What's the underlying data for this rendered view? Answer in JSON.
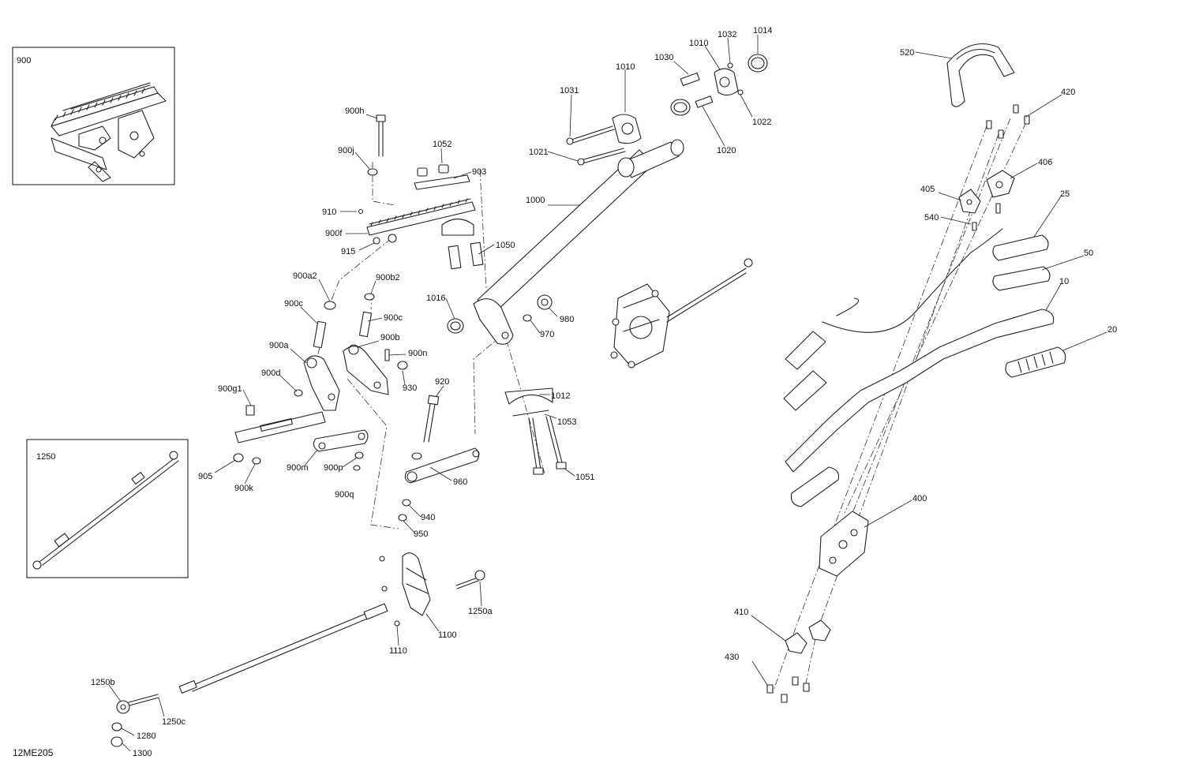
{
  "diagram_code": "12ME205",
  "inset_boxes": {
    "box_900": "900",
    "box_1250": "1250"
  },
  "labels": {
    "l900h": "900h",
    "l900j": "900j",
    "l910": "910",
    "l900f": "900f",
    "l915": "915",
    "l1052": "1052",
    "l903": "903",
    "l1050": "1050",
    "l1000": "1000",
    "l900a2": "900a2",
    "l900b2": "900b2",
    "l900c_l": "900c",
    "l900c_r": "900c",
    "l900a": "900a",
    "l900b": "900b",
    "l900n": "900n",
    "l900d": "900d",
    "l930": "930",
    "l900g1": "900g1",
    "l905": "905",
    "l900k": "900k",
    "l900m": "900m",
    "l900p": "900p",
    "l900q": "900q",
    "l920": "920",
    "l960": "960",
    "l940": "940",
    "l950": "950",
    "l1016": "1016",
    "l980": "980",
    "l970": "970",
    "l1012": "1012",
    "l1053": "1053",
    "l1051": "1051",
    "l1031": "1031",
    "l1010_l": "1010",
    "l1030": "1030",
    "l1010_r": "1010",
    "l1032": "1032",
    "l1014": "1014",
    "l1022": "1022",
    "l1020": "1020",
    "l1021": "1021",
    "l1100": "1100",
    "l1110": "1110",
    "l1250a": "1250a",
    "l1250b": "1250b",
    "l1250c": "1250c",
    "l1280": "1280",
    "l1300": "1300",
    "l520": "520",
    "l420": "420",
    "l406": "406",
    "l405": "405",
    "l540": "540",
    "l25": "25",
    "l50": "50",
    "l10": "10",
    "l20": "20",
    "l400": "400",
    "l410": "410",
    "l430": "430"
  }
}
